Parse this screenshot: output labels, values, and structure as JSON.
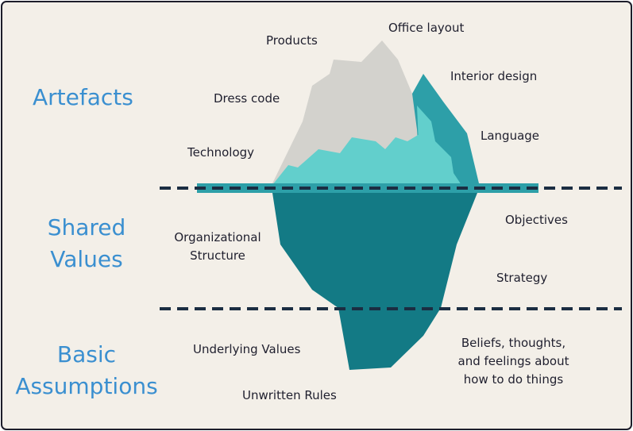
{
  "layers": {
    "artefacts": "Artefacts",
    "shared_values": {
      "line1": "Shared",
      "line2": "Values"
    },
    "basic_assumptions": {
      "line1": "Basic",
      "line2": "Assumptions"
    }
  },
  "artefact_labels": {
    "products": "Products",
    "office_layout": "Office layout",
    "interior_design": "Interior design",
    "dress_code": "Dress code",
    "language": "Language",
    "technology": "Technology"
  },
  "shared_value_labels": {
    "org_structure": {
      "line1": "Organizational",
      "line2": "Structure"
    },
    "objectives": "Objectives",
    "strategy": "Strategy"
  },
  "assumption_labels": {
    "underlying_values": "Underlying Values",
    "unwritten_rules": "Unwritten Rules",
    "beliefs": {
      "line1": "Beliefs, thoughts,",
      "line2": "and feelings about",
      "line3": "how to do things"
    }
  },
  "colors": {
    "background": "#f3efe8",
    "layer_title": "#3a8fd0",
    "ice_grey": "#d3d2cd",
    "ice_light_teal": "#62cfcc",
    "ice_mid_teal": "#2d9fa8",
    "ice_underwater": "#137a85",
    "waterline": "#1b2d42"
  }
}
